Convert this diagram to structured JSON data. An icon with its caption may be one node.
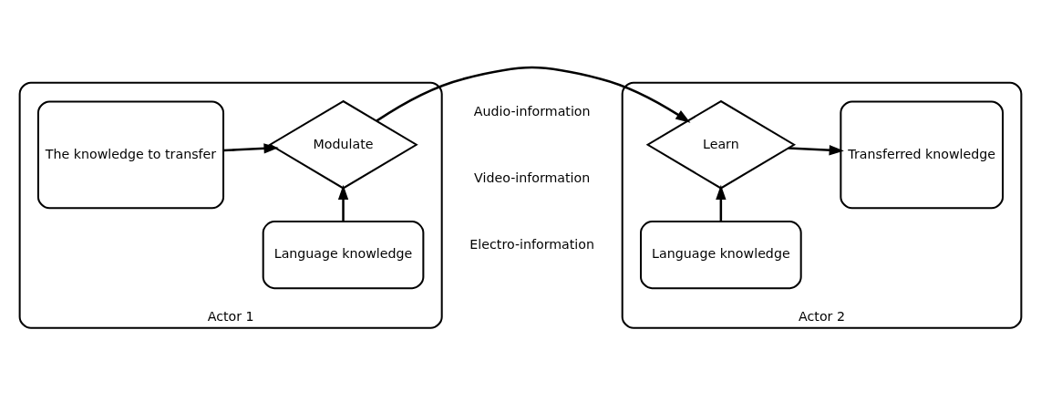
{
  "diagram": {
    "nodes": [
      {
        "text": [
          "Actor 1"
        ]
      },
      {
        "text": [
          "The knowledge to transfer"
        ],
        "in": 0
      },
      {
        "text": [
          "Language knowledge"
        ],
        "in": 0
      },
      {
        "text": [
          "Modulate"
        ],
        "in": 0
      },
      {
        "text": [
          "Actor 2"
        ]
      },
      {
        "text": [
          "Language knowledge"
        ],
        "in": 4
      },
      {
        "text": [
          "Learn"
        ],
        "in": 4
      },
      {
        "text": [
          "Transferred knowledge"
        ],
        "in": 4
      }
    ],
    "edges": [
      {
        "from": 1,
        "to": 3,
        "arrow": "to"
      },
      {
        "from": 2,
        "to": 3,
        "arrow": "to"
      },
      {
        "from": 3,
        "to": 6,
        "arrow": "to"
      },
      {
        "from": 5,
        "to": 6,
        "arrow": "to"
      },
      {
        "from": 6,
        "to": 7,
        "arrow": "to"
      }
    ],
    "labels": [
      "Audio-information",
      "Video-information",
      "Electro-information"
    ]
  }
}
